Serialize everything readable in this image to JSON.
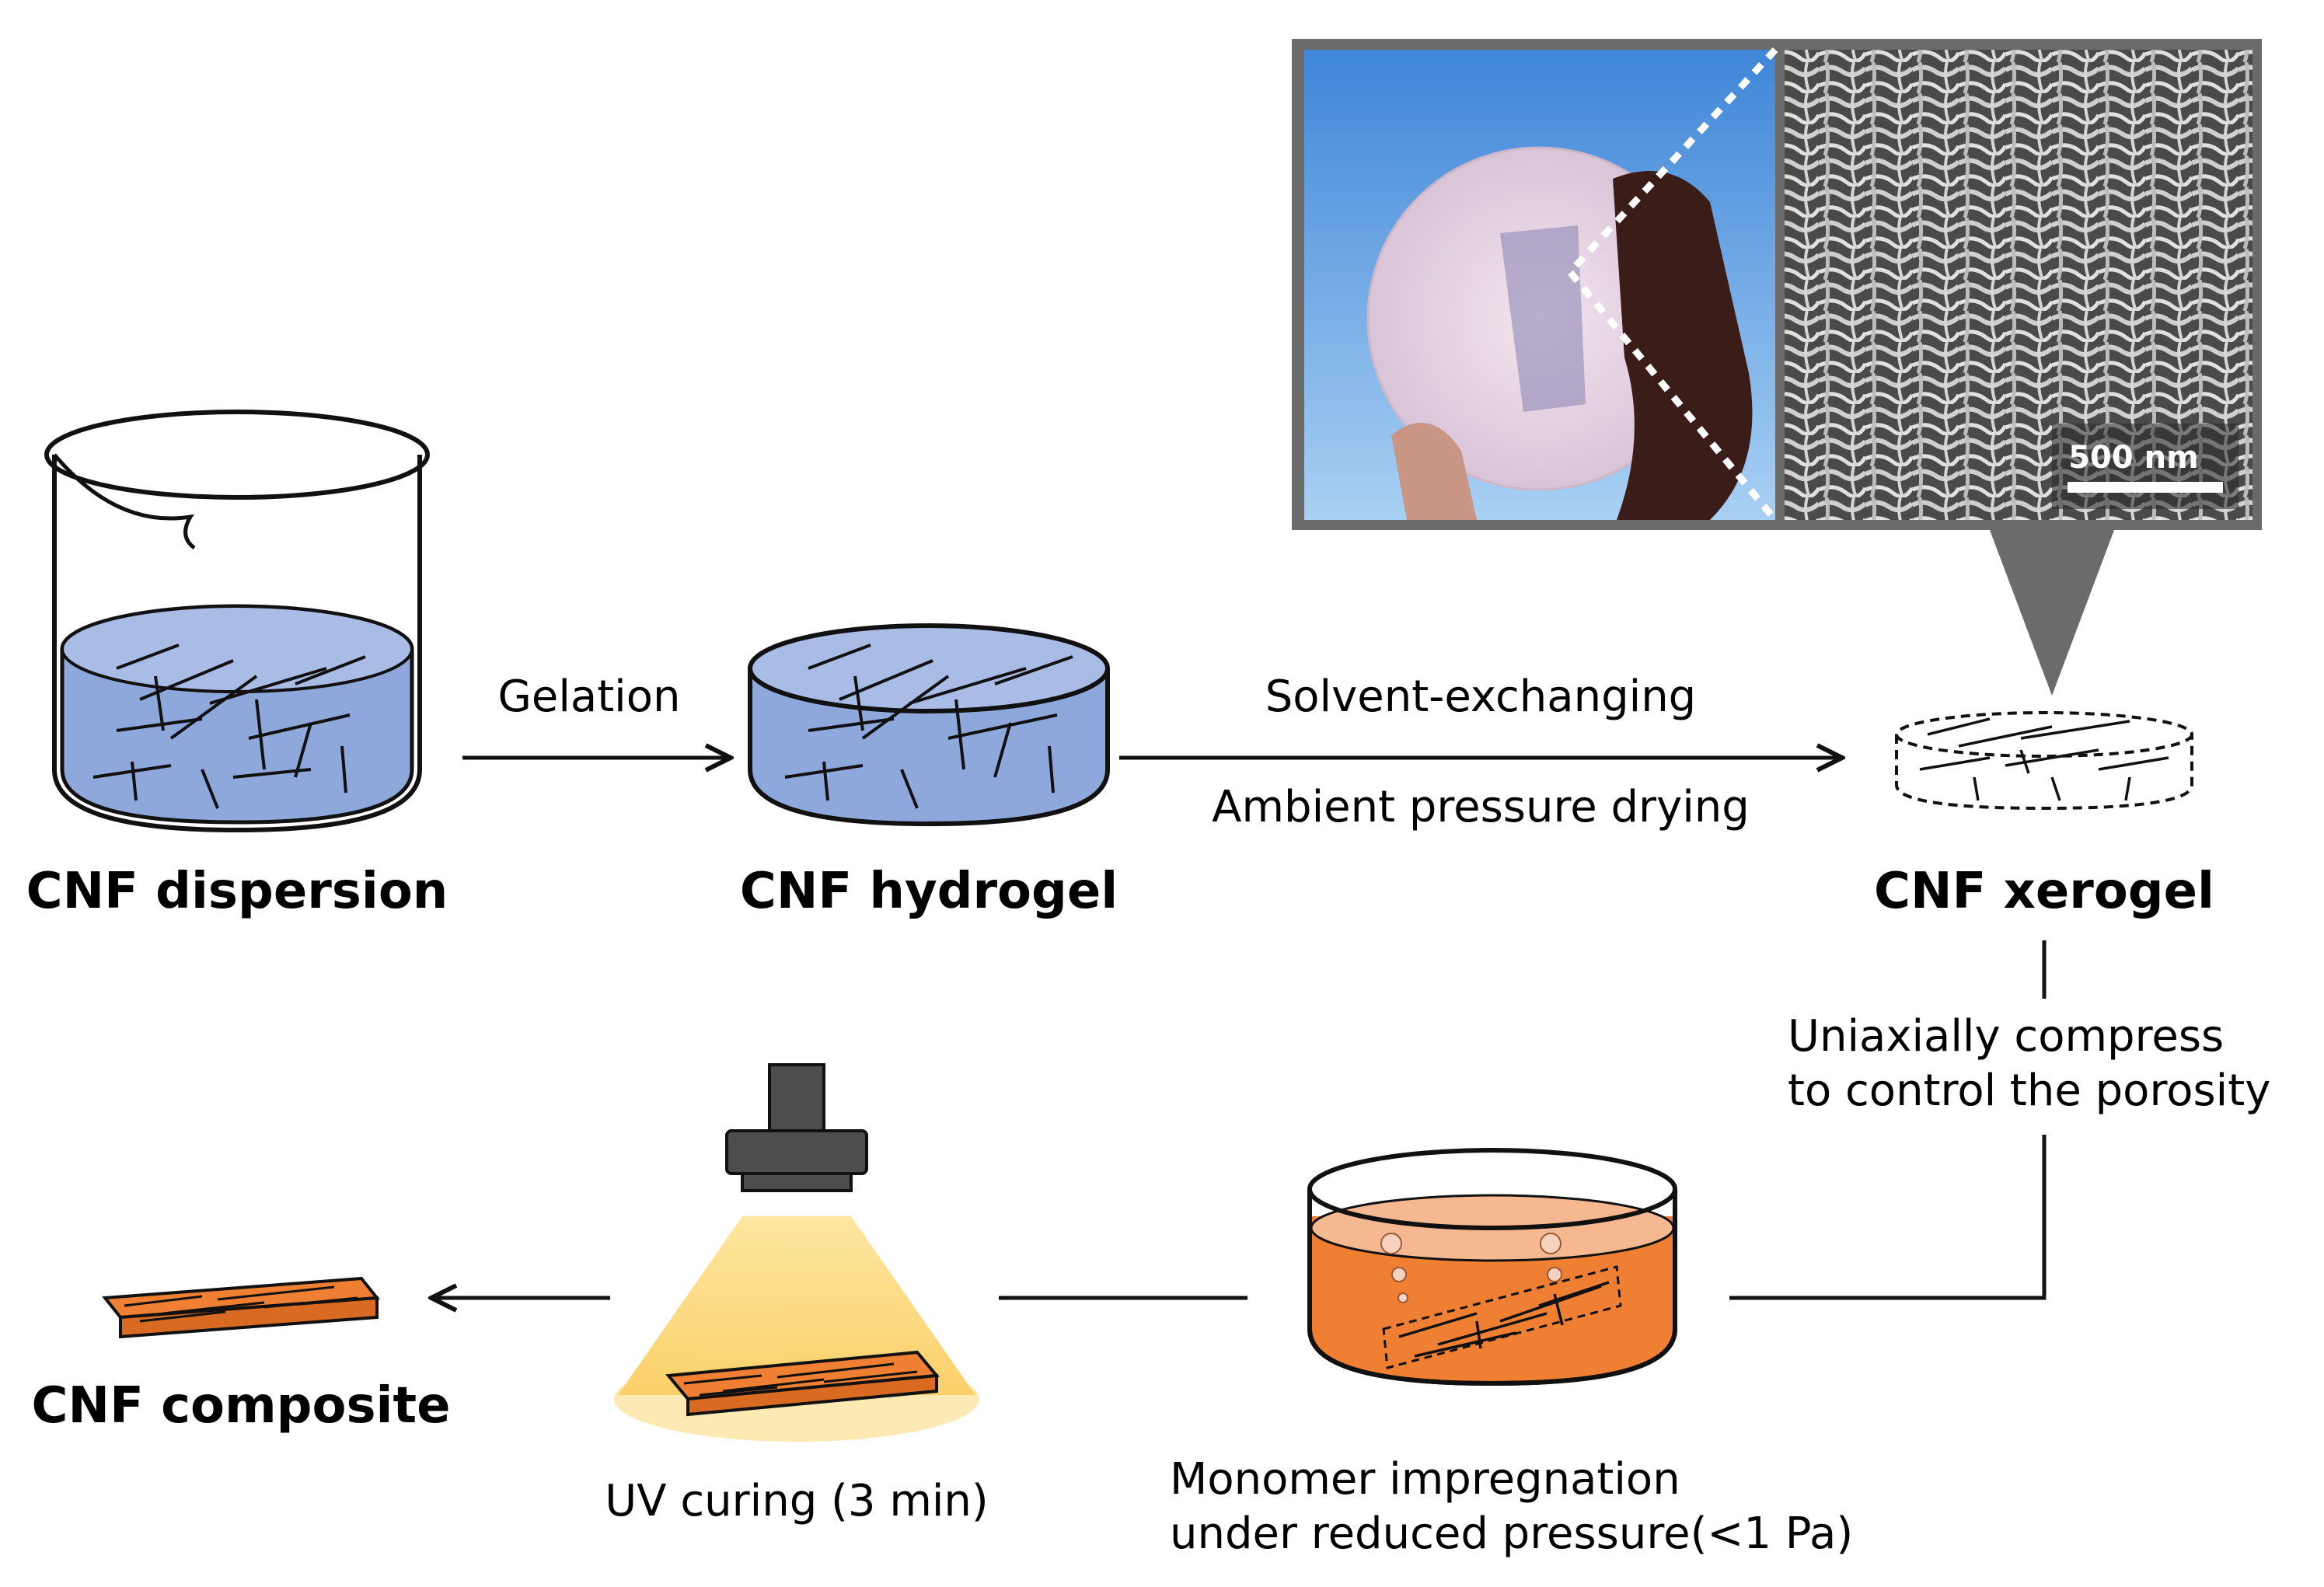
{
  "stages": {
    "dispersion": "CNF dispersion",
    "hydrogel": "CNF hydrogel",
    "xerogel": "CNF xerogel",
    "composite": "CNF composite"
  },
  "steps": {
    "gelation": "Gelation",
    "solvent_exchange": "Solvent-exchanging",
    "ambient_drying": "Ambient pressure drying",
    "compress_line1": "Uniaxially compress",
    "compress_line2": "to control the porosity",
    "impregnation_line1": "Monomer impregnation",
    "impregnation_line2": "under reduced pressure(<1 Pa)",
    "uv_curing": "UV curing (3 min)"
  },
  "inset": {
    "scale_bar": "500 nm"
  },
  "colors": {
    "liquid_blue": "#8fa8dc",
    "resin_orange": "#ef7f32",
    "uv_light": "#fcd97a",
    "frame_gray": "#6b6b6b"
  }
}
